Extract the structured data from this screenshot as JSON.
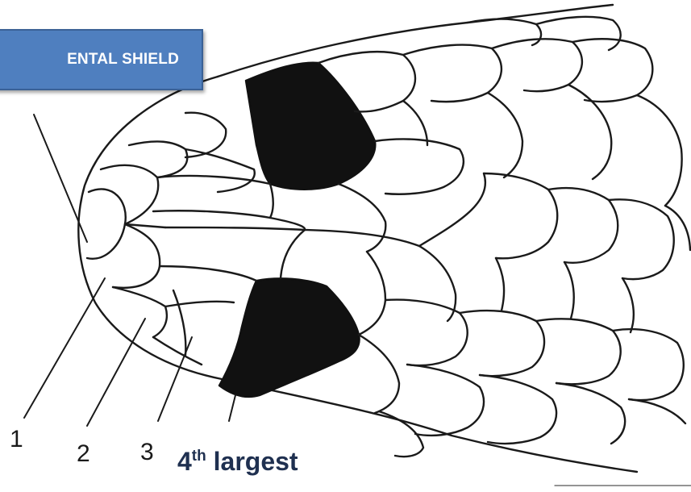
{
  "title": {
    "text": "ENTAL SHIELD",
    "box_color": "#4f7fbf",
    "text_color": "#ffffff"
  },
  "labels": {
    "first": "1",
    "second": "2",
    "third": "3",
    "fourth_number": "4",
    "fourth_suffix": "th",
    "fourth_text": " largest"
  },
  "colors": {
    "outline": "#1a1a1a",
    "enlarged_shield_fill": "#111111",
    "label_emphasis": "#1f3050"
  }
}
